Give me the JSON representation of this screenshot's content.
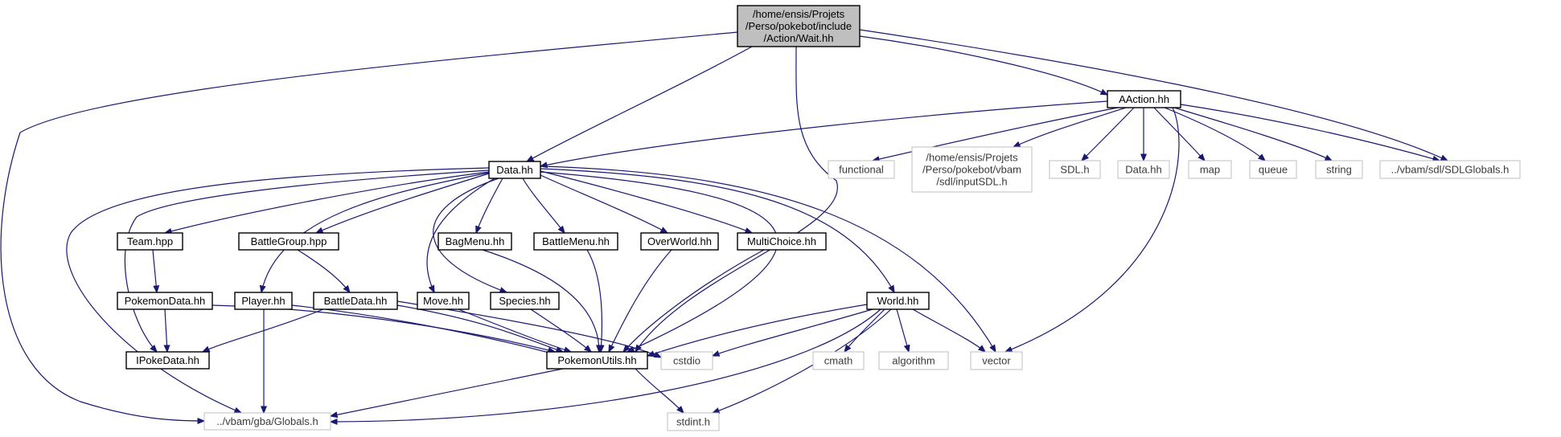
{
  "colors": {
    "edge": "#191970",
    "root_fill": "#bfbfbf",
    "node_border": "#000000",
    "external_border": "#bfbfbf",
    "background": "#ffffff"
  },
  "diagram": {
    "nodes": [
      {
        "id": "root",
        "lines": [
          "/home/ensis/Projets",
          "/Perso/pokebot/include",
          "/Action/Wait.hh"
        ],
        "kind": "root"
      },
      {
        "id": "aaction",
        "lines": [
          "AAction.hh"
        ],
        "kind": "internal"
      },
      {
        "id": "data_main",
        "lines": [
          "Data.hh"
        ],
        "kind": "internal"
      },
      {
        "id": "functional",
        "lines": [
          "functional"
        ],
        "kind": "external"
      },
      {
        "id": "inputsdl",
        "lines": [
          "/home/ensis/Projets",
          "/Perso/pokebot/vbam",
          "/sdl/inputSDL.h"
        ],
        "kind": "external"
      },
      {
        "id": "sdlh",
        "lines": [
          "SDL.h"
        ],
        "kind": "external"
      },
      {
        "id": "data_ext",
        "lines": [
          "Data.hh"
        ],
        "kind": "external"
      },
      {
        "id": "map",
        "lines": [
          "map"
        ],
        "kind": "external"
      },
      {
        "id": "queue",
        "lines": [
          "queue"
        ],
        "kind": "external"
      },
      {
        "id": "string",
        "lines": [
          "string"
        ],
        "kind": "external"
      },
      {
        "id": "sdlglobals",
        "lines": [
          "../vbam/sdl/SDLGlobals.h"
        ],
        "kind": "external"
      },
      {
        "id": "team",
        "lines": [
          "Team.hpp"
        ],
        "kind": "internal"
      },
      {
        "id": "battlegroup",
        "lines": [
          "BattleGroup.hpp"
        ],
        "kind": "internal"
      },
      {
        "id": "bagmenu",
        "lines": [
          "BagMenu.hh"
        ],
        "kind": "internal"
      },
      {
        "id": "battlemenu",
        "lines": [
          "BattleMenu.hh"
        ],
        "kind": "internal"
      },
      {
        "id": "overworld",
        "lines": [
          "OverWorld.hh"
        ],
        "kind": "internal"
      },
      {
        "id": "multichoice",
        "lines": [
          "MultiChoice.hh"
        ],
        "kind": "internal"
      },
      {
        "id": "pokemondata",
        "lines": [
          "PokemonData.hh"
        ],
        "kind": "internal"
      },
      {
        "id": "player",
        "lines": [
          "Player.hh"
        ],
        "kind": "internal"
      },
      {
        "id": "battledata",
        "lines": [
          "BattleData.hh"
        ],
        "kind": "internal"
      },
      {
        "id": "move",
        "lines": [
          "Move.hh"
        ],
        "kind": "internal"
      },
      {
        "id": "species",
        "lines": [
          "Species.hh"
        ],
        "kind": "internal"
      },
      {
        "id": "world",
        "lines": [
          "World.hh"
        ],
        "kind": "internal"
      },
      {
        "id": "ipokedata",
        "lines": [
          "IPokeData.hh"
        ],
        "kind": "internal"
      },
      {
        "id": "pokemonutils",
        "lines": [
          "PokemonUtils.hh"
        ],
        "kind": "internal"
      },
      {
        "id": "cstdio",
        "lines": [
          "cstdio"
        ],
        "kind": "external"
      },
      {
        "id": "cmath",
        "lines": [
          "cmath"
        ],
        "kind": "external"
      },
      {
        "id": "algorithm",
        "lines": [
          "algorithm"
        ],
        "kind": "external"
      },
      {
        "id": "vector",
        "lines": [
          "vector"
        ],
        "kind": "external"
      },
      {
        "id": "globals",
        "lines": [
          "../vbam/gba/Globals.h"
        ],
        "kind": "external"
      },
      {
        "id": "stdint",
        "lines": [
          "stdint.h"
        ],
        "kind": "external"
      }
    ],
    "edges": [
      [
        "root",
        "aaction"
      ],
      [
        "root",
        "data_main"
      ],
      [
        "root",
        "sdlglobals"
      ],
      [
        "root",
        "globals"
      ],
      [
        "root",
        "pokemonutils"
      ],
      [
        "aaction",
        "data_main"
      ],
      [
        "aaction",
        "functional"
      ],
      [
        "aaction",
        "inputsdl"
      ],
      [
        "aaction",
        "sdlh"
      ],
      [
        "aaction",
        "data_ext"
      ],
      [
        "aaction",
        "map"
      ],
      [
        "aaction",
        "queue"
      ],
      [
        "aaction",
        "string"
      ],
      [
        "aaction",
        "sdlglobals"
      ],
      [
        "aaction",
        "vector"
      ],
      [
        "data_main",
        "team"
      ],
      [
        "data_main",
        "battlegroup"
      ],
      [
        "data_main",
        "bagmenu"
      ],
      [
        "data_main",
        "battlemenu"
      ],
      [
        "data_main",
        "overworld"
      ],
      [
        "data_main",
        "multichoice"
      ],
      [
        "data_main",
        "player"
      ],
      [
        "data_main",
        "move"
      ],
      [
        "data_main",
        "species"
      ],
      [
        "data_main",
        "world"
      ],
      [
        "data_main",
        "vector"
      ],
      [
        "data_main",
        "ipokedata"
      ],
      [
        "data_main",
        "globals"
      ],
      [
        "data_main",
        "pokemonutils"
      ],
      [
        "team",
        "pokemondata"
      ],
      [
        "battlegroup",
        "battledata"
      ],
      [
        "pokemondata",
        "ipokedata"
      ],
      [
        "pokemondata",
        "pokemonutils"
      ],
      [
        "player",
        "pokemonutils"
      ],
      [
        "player",
        "globals"
      ],
      [
        "battledata",
        "ipokedata"
      ],
      [
        "battledata",
        "pokemonutils"
      ],
      [
        "battledata",
        "cstdio"
      ],
      [
        "move",
        "pokemonutils"
      ],
      [
        "species",
        "pokemonutils"
      ],
      [
        "bagmenu",
        "pokemonutils"
      ],
      [
        "battlemenu",
        "pokemonutils"
      ],
      [
        "overworld",
        "pokemonutils"
      ],
      [
        "multichoice",
        "pokemonutils"
      ],
      [
        "world",
        "pokemonutils"
      ],
      [
        "world",
        "cstdio"
      ],
      [
        "world",
        "cmath"
      ],
      [
        "world",
        "algorithm"
      ],
      [
        "world",
        "vector"
      ],
      [
        "world",
        "globals"
      ],
      [
        "world",
        "stdint"
      ],
      [
        "pokemonutils",
        "globals"
      ],
      [
        "pokemonutils",
        "stdint"
      ]
    ]
  }
}
